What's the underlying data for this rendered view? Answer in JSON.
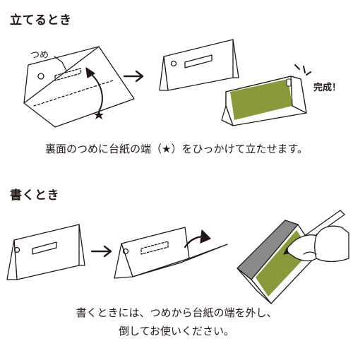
{
  "standing": {
    "heading": "立てるとき",
    "label_tab": "つめ",
    "label_done": "完成！",
    "caption": "裏面のつめに台紙の端（★）をひっかけて立たせます。"
  },
  "writing": {
    "heading": "書くとき",
    "caption_line1": "書くときには、つめから台紙の端を外し、",
    "caption_line2": "倒してお使いください。"
  },
  "colors": {
    "accent_green": "#8a9a3a",
    "line": "#231815",
    "shadow": "#7a7a7a"
  }
}
